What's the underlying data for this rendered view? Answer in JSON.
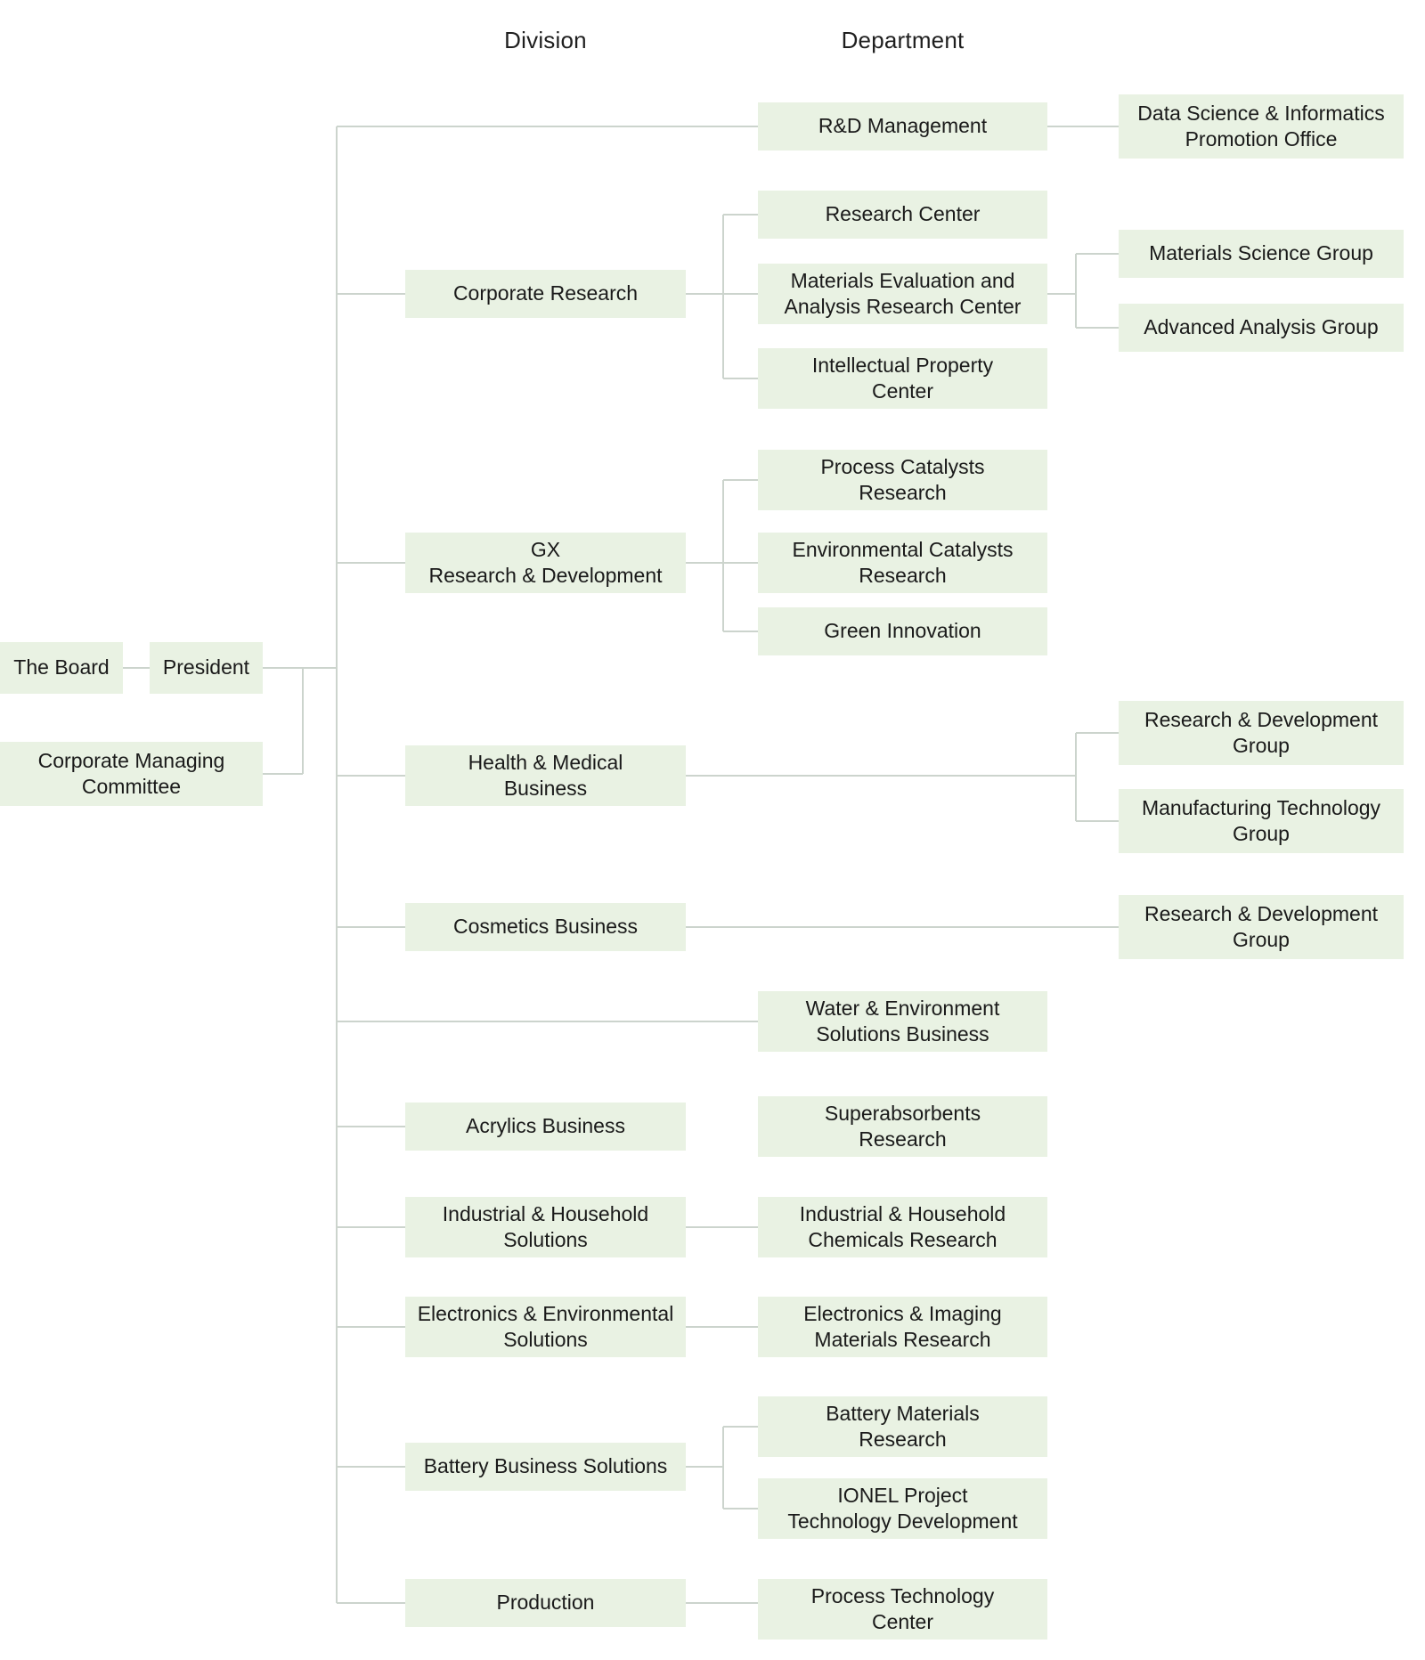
{
  "headers": {
    "division": "Division",
    "department": "Department"
  },
  "colors": {
    "node_fill": "#e9f2e3",
    "line": "#ccd4cd",
    "text": "#1a1a1a",
    "background": "#ffffff"
  },
  "governance": {
    "board": "The Board",
    "president": "President",
    "committee_line1": "Corporate Managing",
    "committee_line2": "Committee"
  },
  "divisions": {
    "corporate_research": "Corporate Research",
    "gx_line1": "GX",
    "gx_line2": "Research & Development",
    "health_line1": "Health & Medical",
    "health_line2": "Business",
    "cosmetics": "Cosmetics Business",
    "acrylics": "Acrylics Business",
    "industrial_line1": "Industrial & Household",
    "industrial_line2": "Solutions",
    "electronics_line1": "Electronics & Environmental",
    "electronics_line2": "Solutions",
    "battery": "Battery Business Solutions",
    "production": "Production"
  },
  "departments": {
    "rd_management": "R&D Management",
    "research_center": "Research Center",
    "materials_eval_line1": "Materials Evaluation and",
    "materials_eval_line2": "Analysis Research Center",
    "ip_center_line1": "Intellectual Property",
    "ip_center_line2": "Center",
    "process_catalysts_line1": "Process Catalysts",
    "process_catalysts_line2": "Research",
    "env_catalysts_line1": "Environmental Catalysts",
    "env_catalysts_line2": "Research",
    "green_innovation": "Green Innovation",
    "water_env_line1": "Water & Environment",
    "water_env_line2": "Solutions Business",
    "superabsorbents_line1": "Superabsorbents",
    "superabsorbents_line2": "Research",
    "ih_chem_line1": "Industrial & Household",
    "ih_chem_line2": "Chemicals Research",
    "ei_materials_line1": "Electronics & Imaging",
    "ei_materials_line2": "Materials Research",
    "battery_materials_line1": "Battery Materials",
    "battery_materials_line2": "Research",
    "ionel_line1": "IONEL Project",
    "ionel_line2": "Technology Development",
    "process_tech_line1": "Process Technology",
    "process_tech_line2": "Center"
  },
  "groups": {
    "data_science_line1": "Data Science & Informatics",
    "data_science_line2": "Promotion Office",
    "materials_science": "Materials Science Group",
    "advanced_analysis": "Advanced Analysis Group",
    "hm_rd_line1": "Research & Development",
    "hm_rd_line2": "Group",
    "hm_mfg_line1": "Manufacturing Technology",
    "hm_mfg_line2": "Group",
    "cos_rd_line1": "Research & Development",
    "cos_rd_line2": "Group"
  }
}
